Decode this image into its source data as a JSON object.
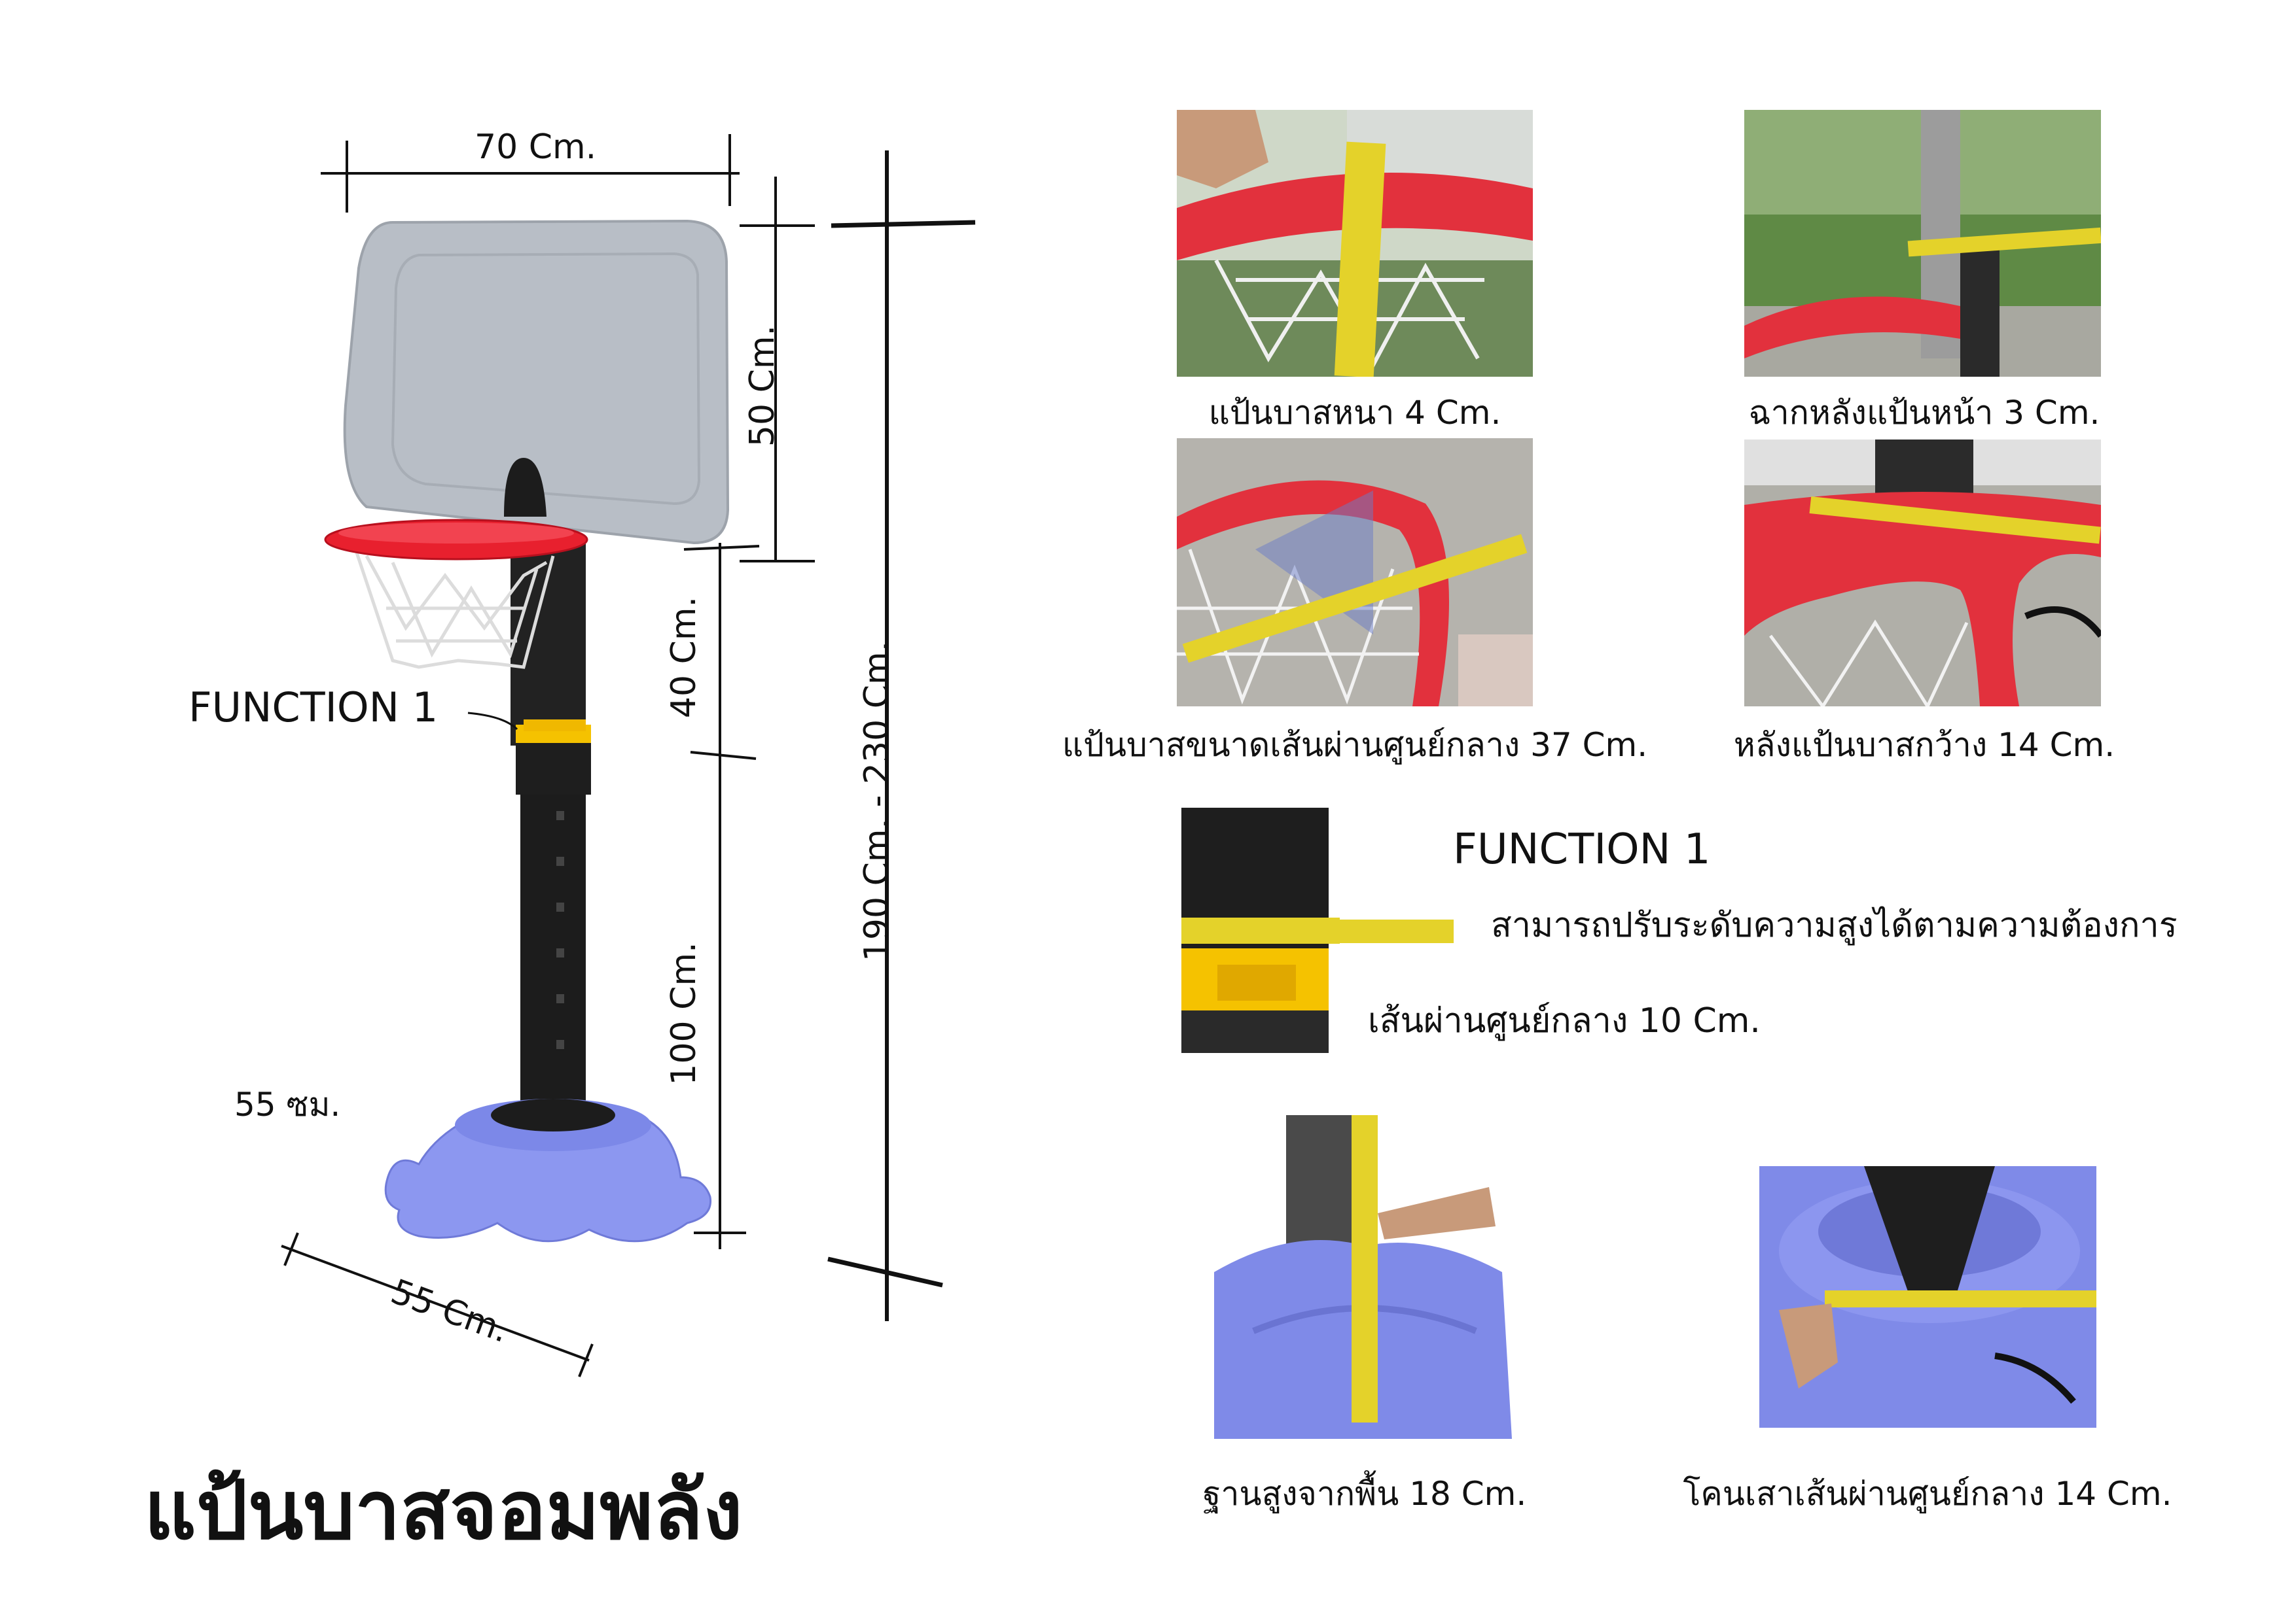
{
  "title": "แป้นบาสจอมพลัง",
  "diagram": {
    "width_label": "70 Cm.",
    "board_height_label": "50 Cm.",
    "upper_pole_label": "40 Cm.",
    "lower_pole_label": "100 Cm.",
    "total_height_label": "190 Cm. - 230 Cm.",
    "base_label": "55 Cm.",
    "base_note": "55 ซม.",
    "function_callout": "FUNCTION 1"
  },
  "photos": [
    {
      "caption": "แป้นบาสหนา 4 Cm.",
      "icon": "rim-thickness-photo"
    },
    {
      "caption": "ฉากหลังแป้นหน้า 3 Cm.",
      "icon": "backboard-bracket-photo"
    },
    {
      "caption": "แป้นบาสขนาดเส้นผ่านศูนย์กลาง 37 Cm.",
      "icon": "rim-diameter-photo"
    },
    {
      "caption": "หลังแป้นบาสกว้าง 14 Cm.",
      "icon": "rim-back-photo"
    },
    {
      "caption": "ฐานสูงจากพื้น 18 Cm.",
      "icon": "base-height-photo"
    },
    {
      "caption": "โคนเสาเส้นผ่านศูนย์กลาง 14 Cm.",
      "icon": "pole-base-photo"
    }
  ],
  "function1": {
    "heading": "FUNCTION 1",
    "description": "สามารถปรับระดับความสูงได้ตามความต้องการ",
    "diameter": "เส้นผ่านศูนย์กลาง 10 Cm."
  },
  "colors": {
    "backboard": "#b9bfc7",
    "rim": "#e8202e",
    "pole": "#1c1c1c",
    "collar": "#f5c200",
    "base": "#8c97f0"
  }
}
